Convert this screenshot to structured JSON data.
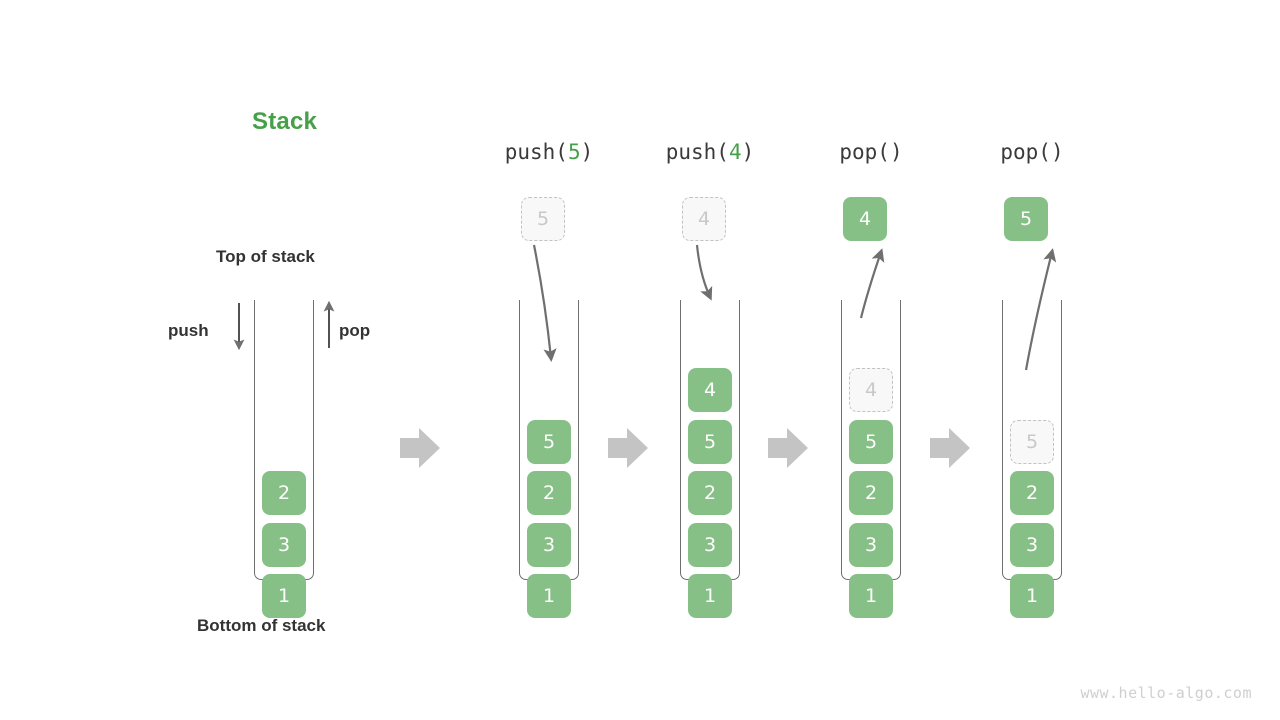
{
  "title": "Stack",
  "labels": {
    "top_of_stack": "Top of stack",
    "bottom_of_stack": "Bottom of stack",
    "push": "push",
    "pop": "pop"
  },
  "watermark": "www.hello-algo.com",
  "colors": {
    "accent_green": "#46a049",
    "box_green": "#87c087",
    "ghost_fill": "#f8f8f8",
    "ghost_border": "#c2c2c2",
    "ghost_text": "#c8c8c8",
    "arrow_gray": "#6f6f6f",
    "step_arrow_gray": "#c4c4c4",
    "text_dark": "#333333",
    "container_stroke": "#6f6f6f"
  },
  "initial_stack": {
    "values": [
      "2",
      "3",
      "1"
    ]
  },
  "steps": [
    {
      "header_prefix": "push(",
      "header_arg": "5",
      "header_suffix": ")",
      "operation": "push",
      "floating": {
        "value": "5",
        "state": "ghost"
      },
      "stack": [
        {
          "value": "5",
          "state": "solid"
        },
        {
          "value": "2",
          "state": "solid"
        },
        {
          "value": "3",
          "state": "solid"
        },
        {
          "value": "1",
          "state": "solid"
        }
      ]
    },
    {
      "header_prefix": "push(",
      "header_arg": "4",
      "header_suffix": ")",
      "operation": "push",
      "floating": {
        "value": "4",
        "state": "ghost"
      },
      "stack": [
        {
          "value": "4",
          "state": "solid"
        },
        {
          "value": "5",
          "state": "solid"
        },
        {
          "value": "2",
          "state": "solid"
        },
        {
          "value": "3",
          "state": "solid"
        },
        {
          "value": "1",
          "state": "solid"
        }
      ]
    },
    {
      "header_prefix": "pop(",
      "header_arg": "",
      "header_suffix": ")",
      "operation": "pop",
      "floating": {
        "value": "4",
        "state": "solid"
      },
      "stack": [
        {
          "value": "4",
          "state": "ghost"
        },
        {
          "value": "5",
          "state": "solid"
        },
        {
          "value": "2",
          "state": "solid"
        },
        {
          "value": "3",
          "state": "solid"
        },
        {
          "value": "1",
          "state": "solid"
        }
      ]
    },
    {
      "header_prefix": "pop(",
      "header_arg": "",
      "header_suffix": ")",
      "operation": "pop",
      "floating": {
        "value": "5",
        "state": "solid"
      },
      "stack": [
        {
          "value": "5",
          "state": "ghost"
        },
        {
          "value": "2",
          "state": "solid"
        },
        {
          "value": "3",
          "state": "solid"
        },
        {
          "value": "1",
          "state": "solid"
        }
      ]
    }
  ],
  "step_arrows": [
    "arrow-right-icon",
    "arrow-right-icon",
    "arrow-right-icon"
  ]
}
